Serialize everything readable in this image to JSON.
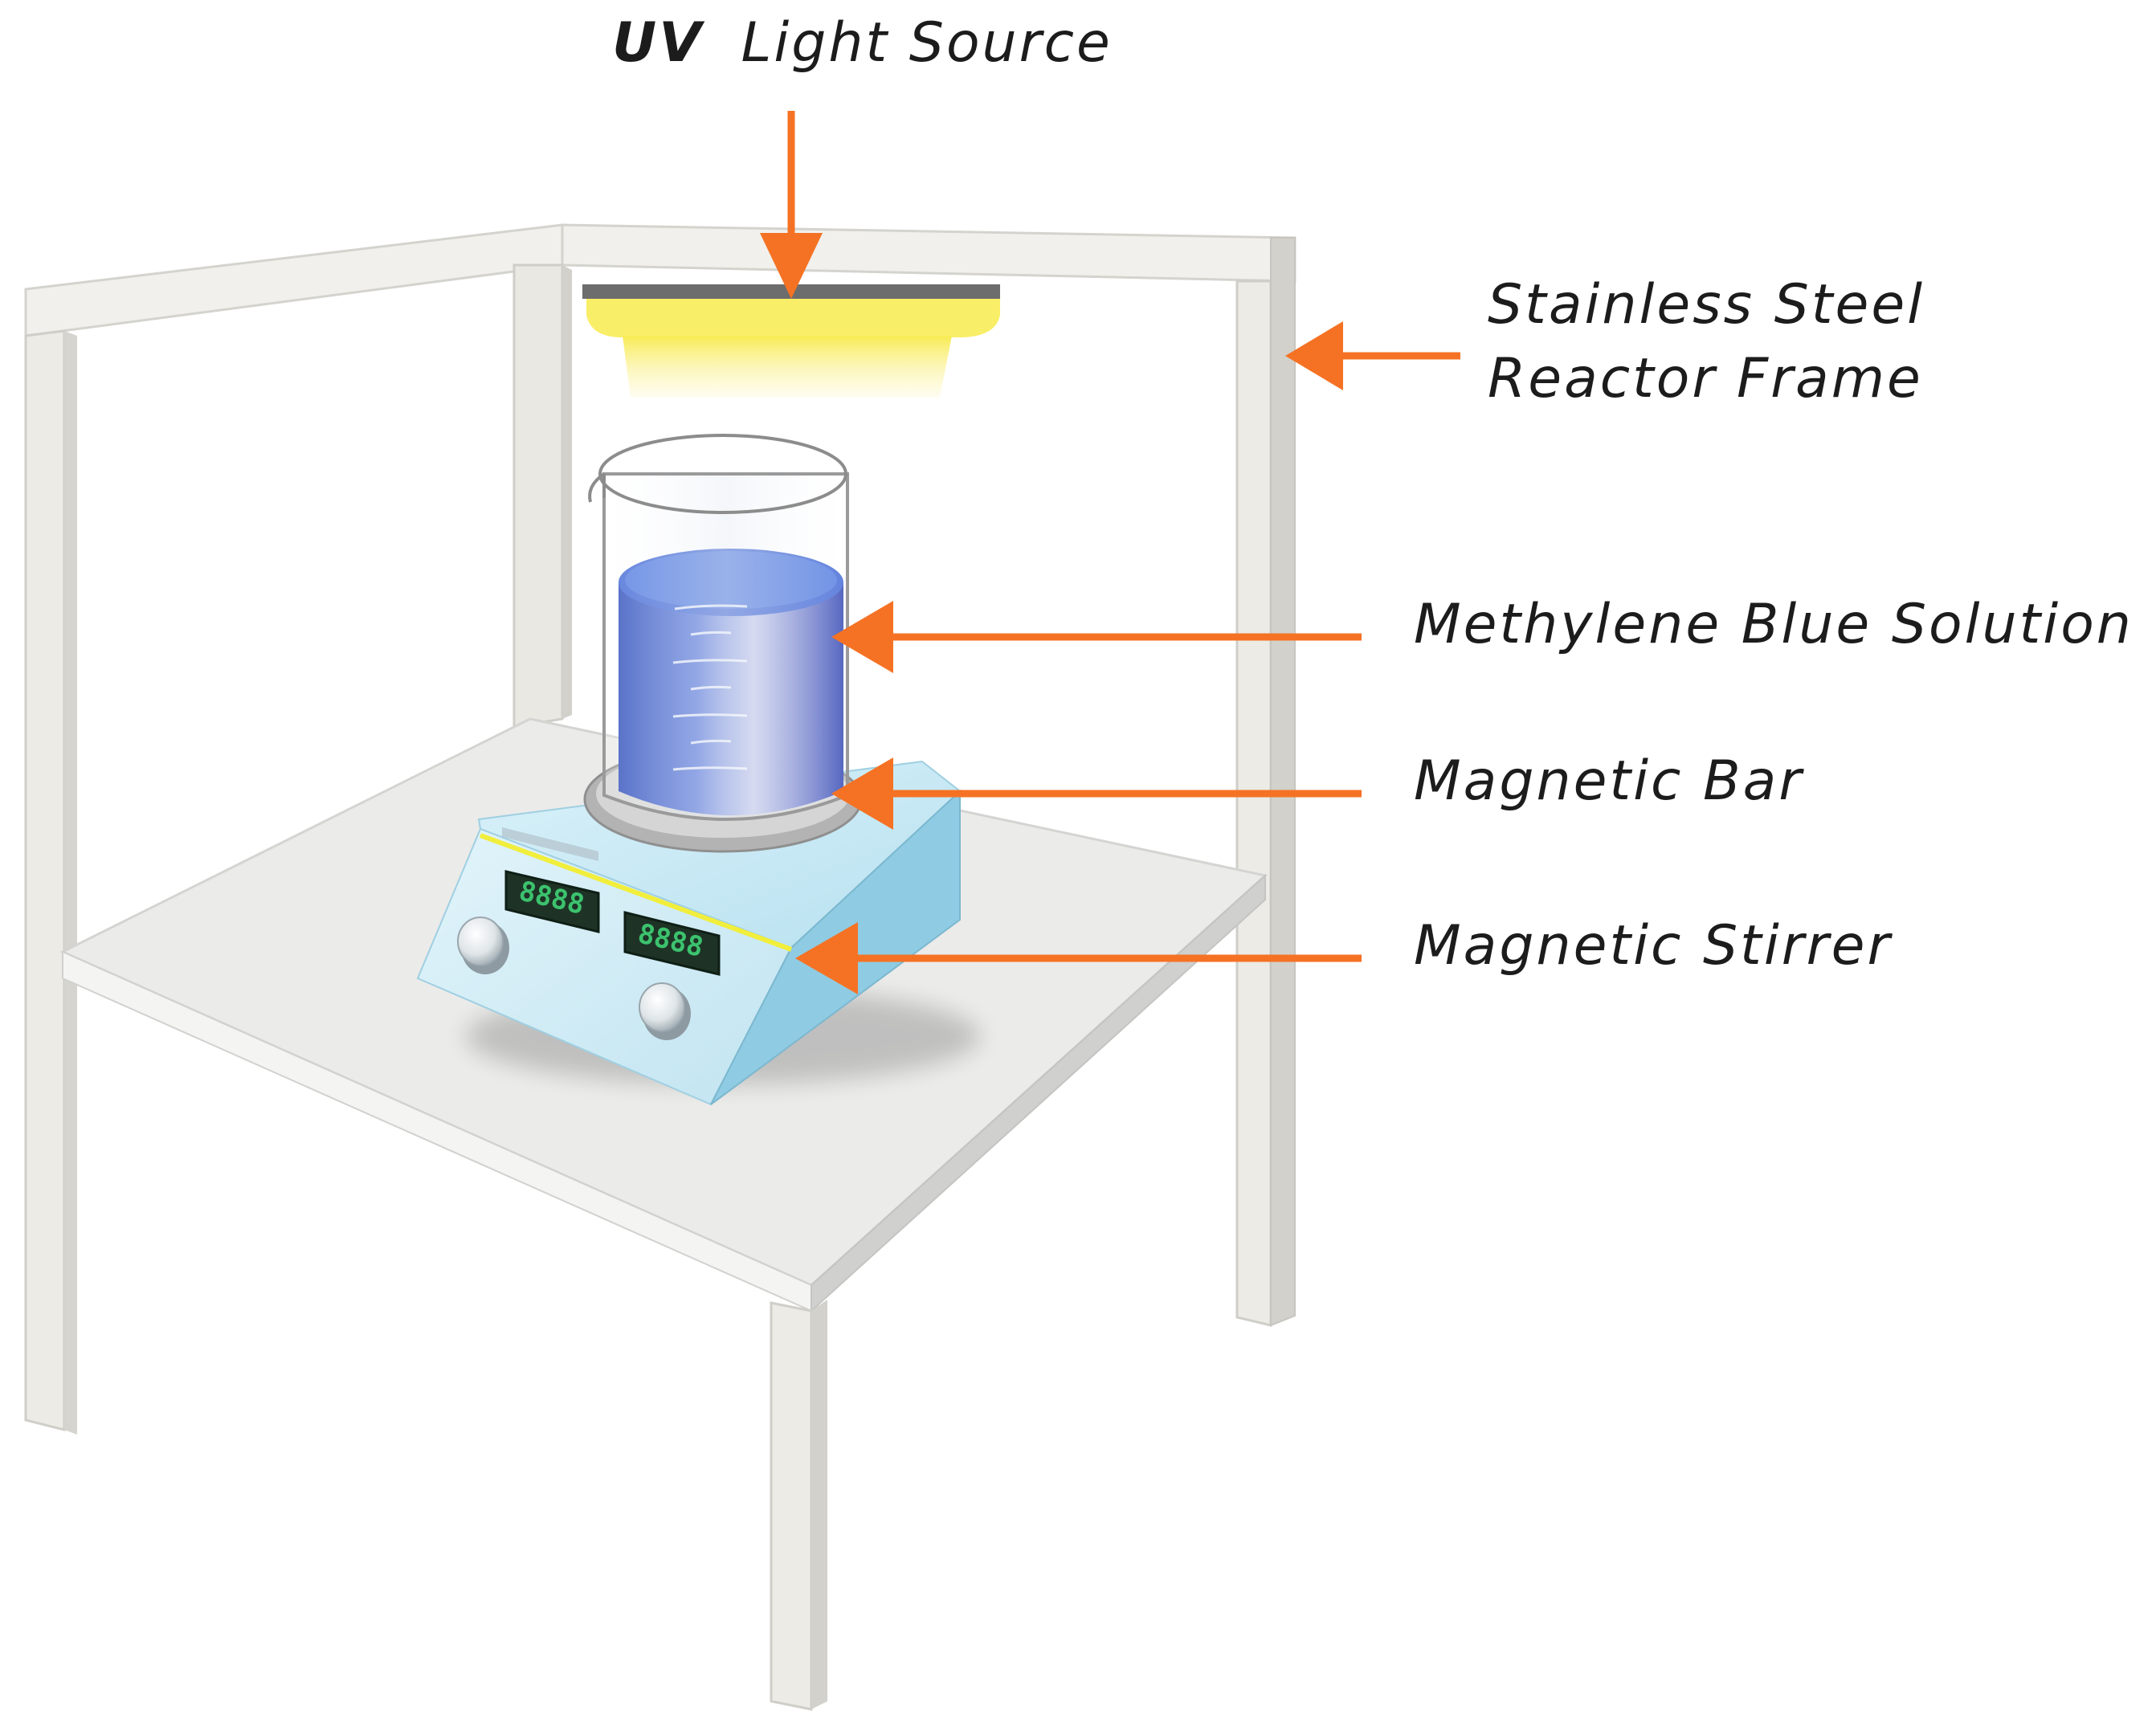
{
  "labels": {
    "uv_prefix": "UV",
    "uv_rest": "Light Source",
    "frame_line1": "Stainless Steel",
    "frame_line2": "Reactor Frame",
    "solution": "Methylene Blue Solution",
    "magnetic_bar": "Magnetic Bar",
    "stirrer": "Magnetic Stirrer"
  },
  "stirrer_display": {
    "left_readout": "8888",
    "right_readout": "8888"
  },
  "colors": {
    "arrow": "#f57224",
    "frame": "#ecebe6",
    "frame_shade": "#d2d1cb",
    "table_top": "#ebebea",
    "table_edge": "#cfcfcd",
    "lamp_glow": "#faf082",
    "stirrer_body": "#c9e9f4",
    "stirrer_side": "#8fcbe2",
    "stirrer_accent": "#f1ee3c",
    "solution": "#3356c8",
    "lcd": "#1e3326",
    "lcd_digits": "#3cc26e"
  },
  "icons": {
    "arrow": "arrow-icon",
    "knob": "knob-icon"
  }
}
